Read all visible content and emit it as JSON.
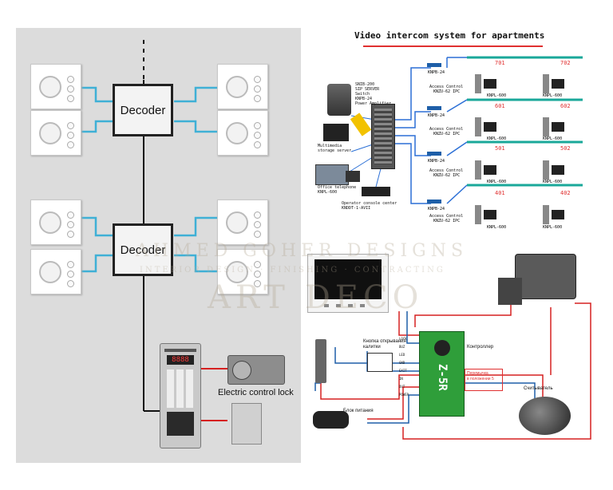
{
  "left_diagram": {
    "decoder_label_top": "Decoder",
    "decoder_label_bottom": "Decoder",
    "lock_label": "Electric control lock",
    "panel_display": "8888"
  },
  "right_top_diagram": {
    "title": "Video intercom system for apartments",
    "server_labels": [
      "SNIB-200",
      "SIP SERVER",
      "Switch",
      "KNPB-24",
      "Power Amplifier"
    ],
    "storage_label": [
      "Multimedia",
      "storage server"
    ],
    "office_label": [
      "Office telephone",
      "KNPL-600"
    ],
    "operator_label": [
      "Operator console center",
      "KNDDT-1-AVII"
    ],
    "switch_label": "KNPB-24",
    "access_label": "Access Control",
    "access_model": "KNZU-62 IPC",
    "monitor_model_a": "KNPL-600",
    "monitor_model_b": "KNPL-600",
    "apartments": [
      {
        "left": "701",
        "right": "702"
      },
      {
        "left": "601",
        "right": "602"
      },
      {
        "left": "501",
        "right": "502"
      },
      {
        "left": "401",
        "right": "402"
      }
    ]
  },
  "right_bottom_diagram": {
    "button_label": [
      "Кнопка открывания",
      "калитки"
    ],
    "controller_label": "Контроллер",
    "jumper_label": [
      "Перемычка",
      "в положении 5"
    ],
    "reader_label": "Считыватель",
    "power_label": "Блок питания",
    "board_model": "Z-5R",
    "terminals": [
      "LOCK",
      "BUZ",
      "LED",
      "GND",
      "EXIT",
      "IN",
      "OUT",
      "POWER"
    ]
  },
  "watermark": {
    "line1": "AHMED GOHER DESIGNS",
    "line2": "INTERIOR DESIGN · FINISHING · CONTRACTING",
    "line3": "ART DECO"
  },
  "colors": {
    "cable_blue": "#3fb0d6",
    "cable_red": "#d62020",
    "teal_bus": "#1aa89a",
    "accent_red": "#e03030"
  }
}
